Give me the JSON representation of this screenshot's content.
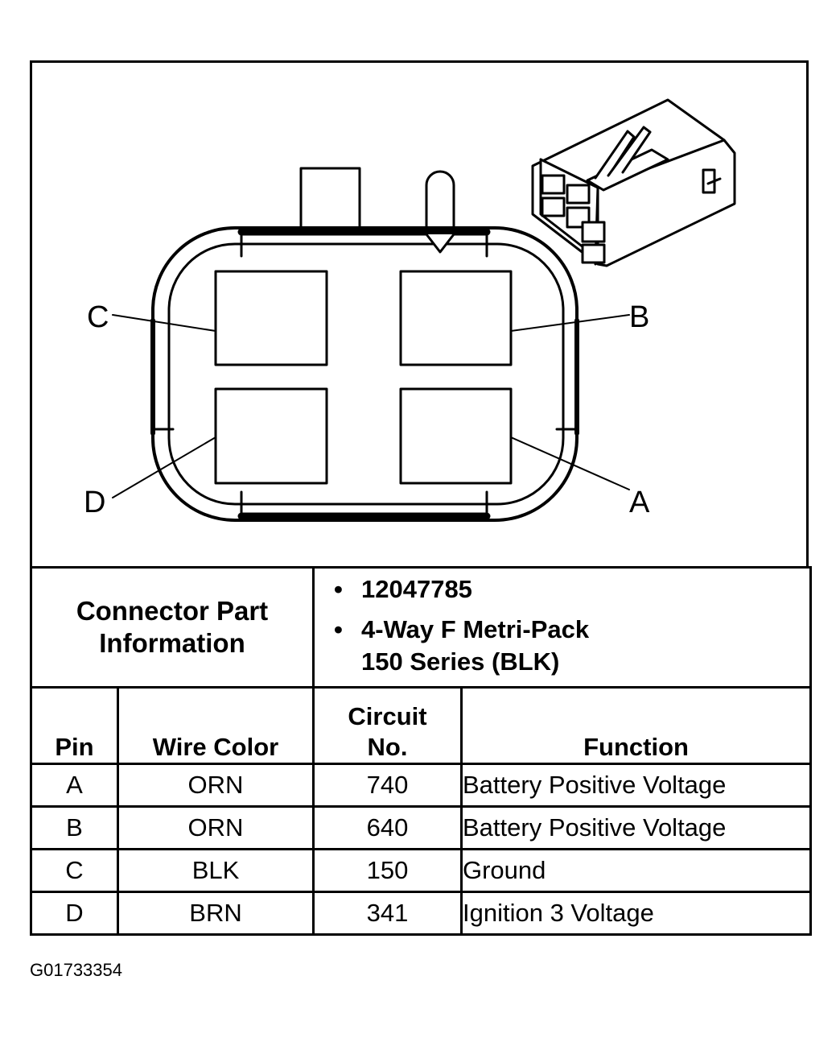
{
  "diagram": {
    "pin_labels": {
      "A": "A",
      "B": "B",
      "C": "C",
      "D": "D"
    }
  },
  "connector_info": {
    "label_line1": "Connector Part",
    "label_line2": "Information",
    "part_number": "12047785",
    "description_line1": "4-Way F Metri-Pack",
    "description_line2": "150 Series (BLK)"
  },
  "table": {
    "headers": {
      "pin": "Pin",
      "wire_color": "Wire Color",
      "circuit_line1": "Circuit",
      "circuit_line2": "No.",
      "function": "Function"
    },
    "rows": [
      {
        "pin": "A",
        "wire_color": "ORN",
        "circuit": "740",
        "function": "Battery Positive Voltage"
      },
      {
        "pin": "B",
        "wire_color": "ORN",
        "circuit": "640",
        "function": "Battery Positive Voltage"
      },
      {
        "pin": "C",
        "wire_color": "BLK",
        "circuit": "150",
        "function": "Ground"
      },
      {
        "pin": "D",
        "wire_color": "BRN",
        "circuit": "341",
        "function": "Ignition 3 Voltage"
      }
    ]
  },
  "figure_id": "G01733354"
}
